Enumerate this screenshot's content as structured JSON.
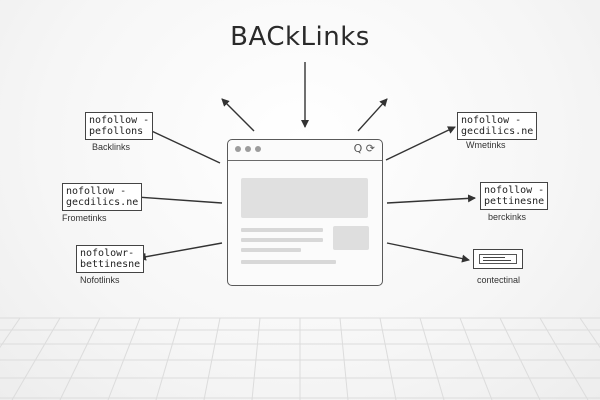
{
  "title": "BACkLinks",
  "cards": {
    "top_left": {
      "lines": [
        "nofollow -",
        "pefollons"
      ],
      "caption": "Backlinks"
    },
    "mid_left": {
      "lines": [
        "nofollow -",
        "gecdilics.ne"
      ],
      "caption": "Frometinks"
    },
    "bot_left": {
      "lines": [
        "nofolowr-",
        "bettinesne"
      ],
      "caption": "Nofotlinks"
    },
    "top_right": {
      "lines": [
        "nofollow -",
        "gecdilics.ne"
      ],
      "caption": "Wmetinks"
    },
    "mid_right": {
      "lines": [
        "nofollow -",
        "pettinesne"
      ],
      "caption": "berckinks"
    },
    "bot_right": {
      "caption": "contectinal"
    }
  },
  "browser": {
    "toolbar_icons": "Q ⟳"
  },
  "colors": {
    "stroke": "#333333",
    "placeholder": "#dddddd",
    "background": "#f7f7f7"
  }
}
